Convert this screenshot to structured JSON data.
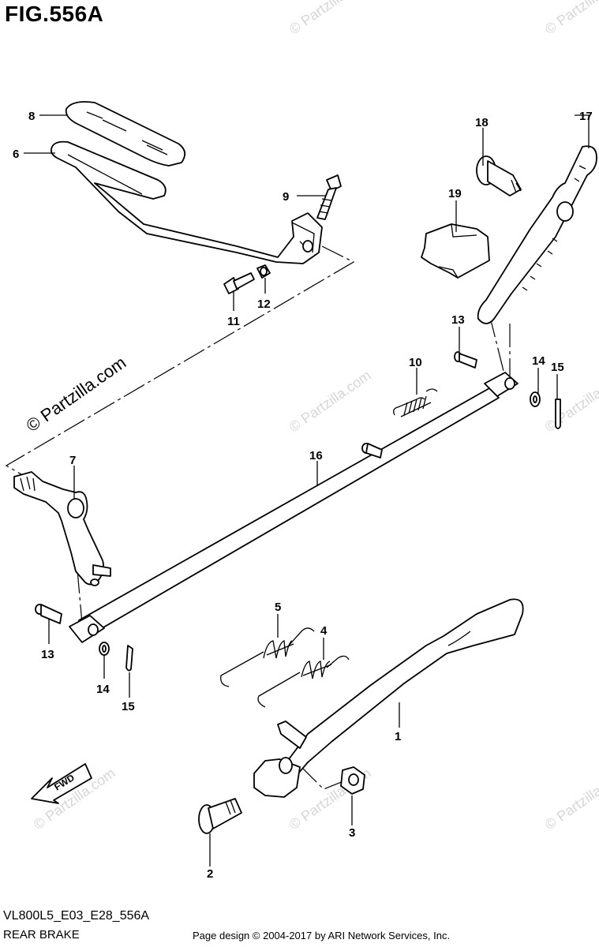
{
  "figure": {
    "title": "FIG.556A"
  },
  "footer": {
    "code": "VL800L5_E03_E28_556A",
    "name": "REAR BRAKE",
    "credit": "Page design © 2004-2017 by ARI Network Services, Inc."
  },
  "direction_label": "FWD",
  "watermark": {
    "text": "© Partzilla.com"
  },
  "callouts": {
    "c1": "1",
    "c2": "2",
    "c3": "3",
    "c4": "4",
    "c5": "5",
    "c6": "6",
    "c7": "7",
    "c8": "8",
    "c9": "9",
    "c10": "10",
    "c11": "11",
    "c12": "12",
    "c13a": "13",
    "c13b": "13",
    "c14a": "14",
    "c14b": "14",
    "c15a": "15",
    "c15b": "15",
    "c16": "16",
    "c17": "17",
    "c18": "18",
    "c19": "19"
  }
}
